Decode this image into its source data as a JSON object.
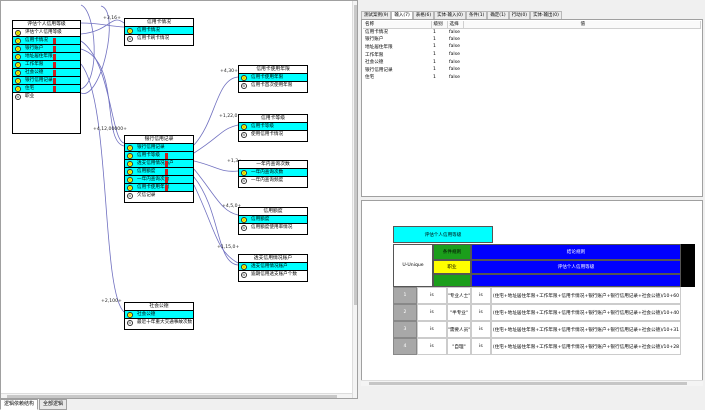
{
  "canvas": {
    "nodes": [
      {
        "id": "root",
        "title": "评估个人信用等级",
        "rows": [
          {
            "label": "评估个人信用等级",
            "icon": "yellow",
            "cyan": false
          },
          {
            "label": "信用卡情况",
            "icon": "yellow",
            "cyan": true
          },
          {
            "label": "银行账户",
            "icon": "yellow",
            "cyan": true
          },
          {
            "label": "地址居住年限",
            "icon": "yellow",
            "cyan": true
          },
          {
            "label": "工作年限",
            "icon": "yellow",
            "cyan": true
          },
          {
            "label": "社会公德",
            "icon": "yellow",
            "cyan": true
          },
          {
            "label": "银行信用记录",
            "icon": "yellow",
            "cyan": true
          },
          {
            "label": "住宅",
            "icon": "yellow",
            "cyan": true
          },
          {
            "label": "职业",
            "icon": "white",
            "cyan": false
          }
        ]
      },
      {
        "id": "credit-card",
        "title": "信用卡情况",
        "rows": [
          {
            "label": "信用卡情况",
            "icon": "yellow",
            "cyan": true
          },
          {
            "label": "信用卡刷卡情况",
            "icon": "white",
            "cyan": false
          }
        ]
      },
      {
        "id": "bank-credit",
        "title": "银行信用记录",
        "rows": [
          {
            "label": "银行信用记录",
            "icon": "yellow",
            "cyan": true
          },
          {
            "label": "信用卡等级",
            "icon": "yellow",
            "cyan": true
          },
          {
            "label": "透支信用情况账户",
            "icon": "yellow",
            "cyan": true
          },
          {
            "label": "信用额度",
            "icon": "yellow",
            "cyan": true
          },
          {
            "label": "一年内查询次数",
            "icon": "yellow",
            "cyan": true
          },
          {
            "label": "信用卡使用年限",
            "icon": "yellow",
            "cyan": true
          },
          {
            "label": "欠信记录",
            "icon": "white",
            "cyan": false
          }
        ]
      },
      {
        "id": "card-years",
        "title": "信用卡使用年限",
        "rows": [
          {
            "label": "信用卡使用年限",
            "icon": "yellow",
            "cyan": true
          },
          {
            "label": "信用卡首次使用年限",
            "icon": "white",
            "cyan": false
          }
        ]
      },
      {
        "id": "card-grade",
        "title": "信用卡等级",
        "rows": [
          {
            "label": "信用卡等级",
            "icon": "yellow",
            "cyan": true
          },
          {
            "label": "使用信用卡情况",
            "icon": "white",
            "cyan": false
          }
        ]
      },
      {
        "id": "query-count",
        "title": "一年内查询次数",
        "rows": [
          {
            "label": "一年内查询次数",
            "icon": "yellow",
            "cyan": true
          },
          {
            "label": "一年内查询频度",
            "icon": "white",
            "cyan": false
          }
        ]
      },
      {
        "id": "credit-limit",
        "title": "信用额度",
        "rows": [
          {
            "label": "信用额度",
            "icon": "yellow",
            "cyan": true
          },
          {
            "label": "信用额度使用率情况",
            "icon": "white",
            "cyan": false
          }
        ]
      },
      {
        "id": "overdraft",
        "title": "透支信用情况账户",
        "rows": [
          {
            "label": "透支信用情况账户",
            "icon": "yellow",
            "cyan": true
          },
          {
            "label": "逾期信用透支账户个数",
            "icon": "white",
            "cyan": false
          }
        ]
      },
      {
        "id": "social",
        "title": "社会公德",
        "rows": [
          {
            "label": "社会公德",
            "icon": "yellow",
            "cyan": true
          },
          {
            "label": "最近十年重大交通事故次数",
            "icon": "white",
            "cyan": false
          }
        ]
      }
    ],
    "edge_labels": [
      "+3,16+",
      "+4,30+",
      "+4,12,00000+",
      "+1,22,0+",
      "+1,3+",
      "+4,5,0+",
      "+1,15,0+",
      "+2,100+"
    ]
  },
  "property_tabs": [
    "测试案例(9)",
    "输入(7)",
    "表格(6)",
    "实体·输入(0)",
    "条件(1)",
    "确定(1)",
    "行动(0)",
    "实体·输出(0)"
  ],
  "property_table": {
    "headers": [
      "名称",
      "级别",
      "选择",
      "值"
    ],
    "rows": [
      [
        "信用卡情况",
        "1",
        "false",
        ""
      ],
      [
        "银行账户",
        "1",
        "false",
        ""
      ],
      [
        "地址居住年限",
        "1",
        "false",
        ""
      ],
      [
        "工作年限",
        "1",
        "false",
        ""
      ],
      [
        "社会公德",
        "1",
        "false",
        ""
      ],
      [
        "银行信用记录",
        "1",
        "false",
        ""
      ],
      [
        "住宅",
        "1",
        "false",
        ""
      ]
    ]
  },
  "report": {
    "title": "评估个人信用等级",
    "unique": "U-Unique",
    "cond_header": "条件规则",
    "cond_sub": "职业",
    "result_header": "结论规则",
    "result_sub": "评估个人信用等级",
    "rows": [
      {
        "num": "1",
        "op1": "is",
        "val": "\"专业人士\"",
        "op2": "is",
        "formula": "(住宅+地址居住年限+工作年限+信用卡情况+银行账户+银行信用记录+社会公德)/10+60"
      },
      {
        "num": "2",
        "op1": "is",
        "val": "\"半专业\"",
        "op2": "is",
        "formula": "(住宅+地址居住年限+工作年限+信用卡情况+银行账户+银行信用记录+社会公德)/10+40"
      },
      {
        "num": "3",
        "op1": "is",
        "val": "\"需要人员\"",
        "op2": "is",
        "formula": "(住宅+地址居住年限+工作年限+信用卡情况+银行账户+银行信用记录+社会公德)/10+31"
      },
      {
        "num": "4",
        "op1": "is",
        "val": "\"自理\"",
        "op2": "is",
        "formula": "(住宅+地址居住年限+工作年限+信用卡情况+银行账户+银行信用记录+社会公德)/10+28"
      }
    ]
  },
  "bottom_tabs": [
    "逻辑依赖结构",
    "全部逻辑"
  ],
  "colors": {
    "cyan": "#00ffff",
    "blue": "#0000ff",
    "yellow": "#ffff00",
    "green": "#1b9e1b"
  }
}
